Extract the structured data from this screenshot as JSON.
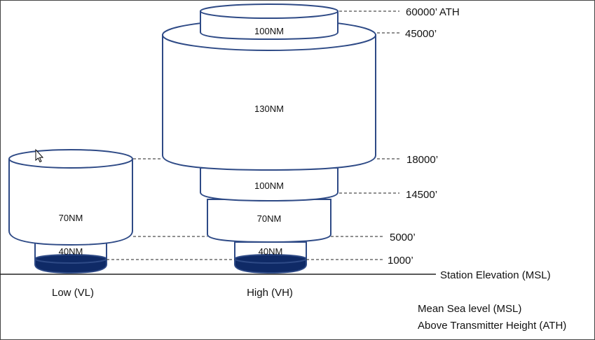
{
  "altitudes": {
    "ath_60000": "60000’ ATH",
    "alt_45000": "45000’",
    "alt_18000": "18000’",
    "alt_14500": "14500’",
    "alt_5000": "5000’",
    "alt_1000": "1000’",
    "station": "Station Elevation (MSL)"
  },
  "low": {
    "category": "Low (VL)",
    "upper": "70NM",
    "lower": "40NM"
  },
  "high": {
    "category": "High (VH)",
    "top": "100NM",
    "main": "130NM",
    "mid": "100NM",
    "upper_low": "70NM",
    "lower": "40NM"
  },
  "legend": {
    "line1": "Mean Sea level (MSL)",
    "line2": "Above Transmitter Height (ATH)"
  },
  "colors": {
    "outline": "#2e4a86",
    "fill_base": "#0f2a66"
  }
}
